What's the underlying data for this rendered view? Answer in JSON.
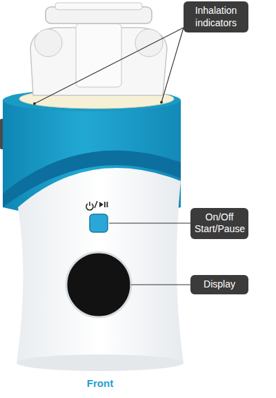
{
  "diagram": {
    "caption": "Front",
    "nodes": [
      {
        "text": [
          "Inhalation indicators"
        ]
      },
      {
        "text": [
          "On/Off Start/Pause"
        ]
      },
      {
        "text": [
          "Display"
        ]
      }
    ]
  }
}
